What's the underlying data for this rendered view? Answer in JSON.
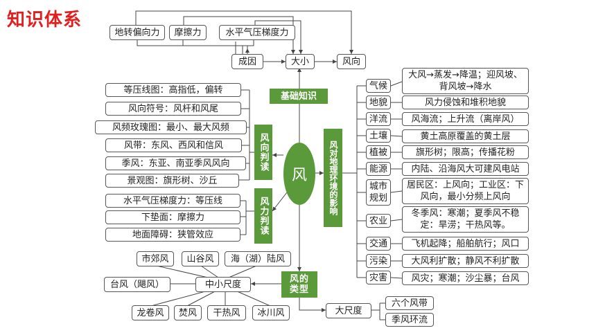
{
  "title": "知识体系",
  "center": "风",
  "top": {
    "forces": [
      "地转偏向力",
      "摩擦力",
      "水平气压梯度力"
    ],
    "cause": "成因",
    "size": "大小",
    "direction": "风向"
  },
  "basic": "基础知识",
  "direction_judge": {
    "label": "风向判读",
    "items": [
      "等压线图：高指低，偏转",
      "风向符号：风杆和风尾",
      "风频玫瑰图：最小、最大风频",
      "风带：东风、西风和信风",
      "季风：东亚、南亚季风风向",
      "景观图：旗形树、沙丘"
    ]
  },
  "force_judge": {
    "label": "风力判读",
    "items": [
      "水平气压梯度力：等压线",
      "下垫面：摩擦力",
      "地面障碍：狭管效应"
    ]
  },
  "types": {
    "label": "风的类型",
    "small": "中小尺度",
    "small_top": [
      "市郊风",
      "山谷风",
      "海（湖）陆风"
    ],
    "typhoon": "台风（飓风）",
    "small_bottom": [
      "龙卷风",
      "焚风",
      "干热风",
      "冰川风"
    ],
    "large": "大尺度",
    "large_items": [
      "六个风带",
      "季风环流"
    ]
  },
  "impact": {
    "label": "风对地理环境的影响",
    "items": [
      {
        "cat": "气候",
        "desc": "大风→蒸发→降温；迎风坡、背风坡→降水"
      },
      {
        "cat": "地貌",
        "desc": "风力侵蚀和堆积地貌"
      },
      {
        "cat": "洋流",
        "desc": "风海流；上升流（离岸风）"
      },
      {
        "cat": "土壤",
        "desc": "黄土高原覆盖的黄土层"
      },
      {
        "cat": "植被",
        "desc": "旗形树；限高；传播花粉"
      },
      {
        "cat": "能源",
        "desc": "内陆、沿海风大可建风电站"
      },
      {
        "cat": "城市规划",
        "desc": "居民区：上风向；工业区：下风向，最小分频上风向"
      },
      {
        "cat": "农业",
        "desc": "冬季风：寒潮；夏季风不稳定：旱涝；干热风等。"
      },
      {
        "cat": "交通",
        "desc": "飞机起降；船舶航行；风口"
      },
      {
        "cat": "污染",
        "desc": "大风利扩散；静风不利扩散"
      },
      {
        "cat": "灾害",
        "desc": "风灾；寒潮；沙尘暴；台风"
      }
    ]
  }
}
